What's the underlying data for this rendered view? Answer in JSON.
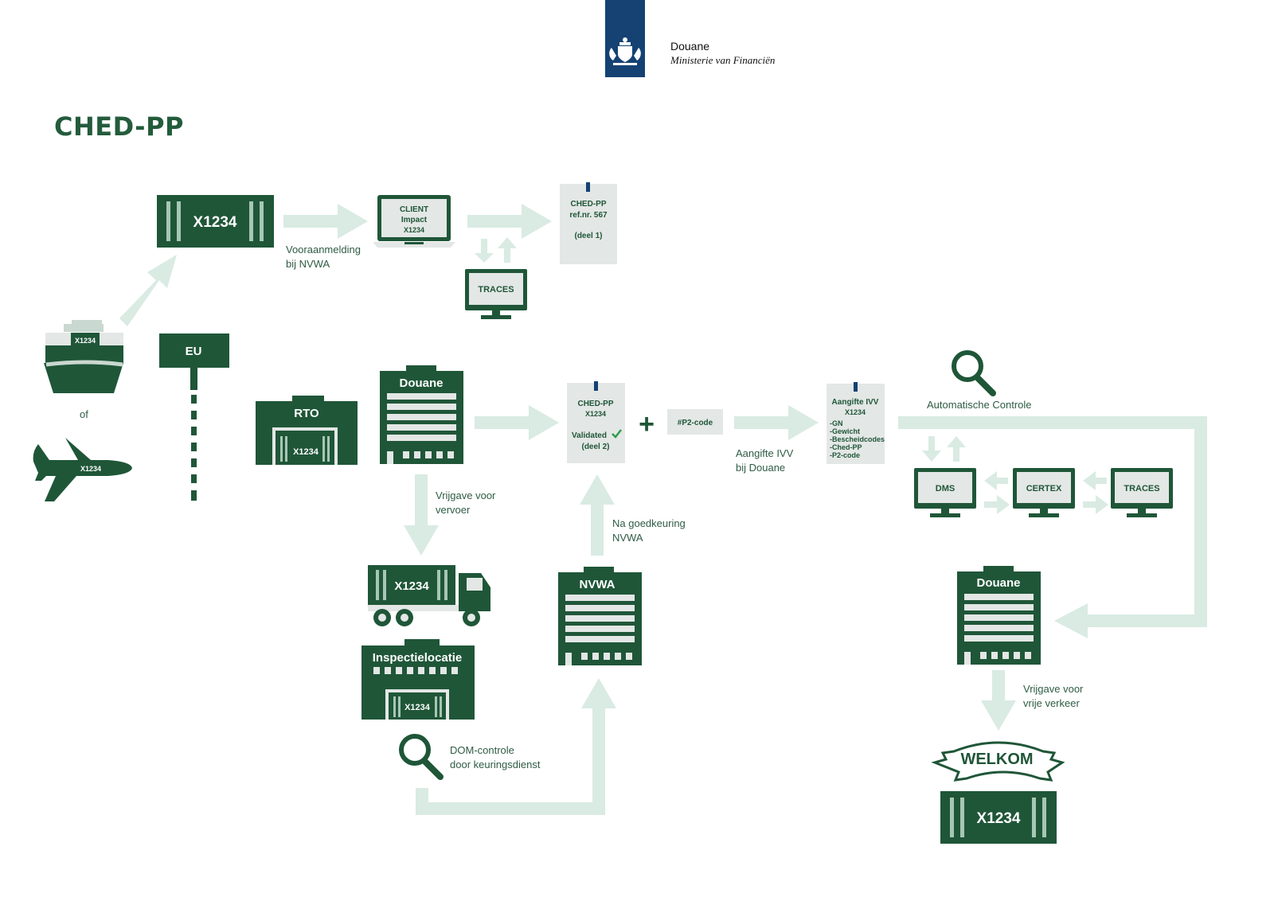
{
  "header": {
    "org_name": "Douane",
    "ministry": "Ministerie van Financiën",
    "colors": {
      "logo_blue": "#154273",
      "brand_green": "#1f5638",
      "arrow_mint": "#d9ebe3",
      "doc_grey": "#e3e7e5"
    }
  },
  "page_title": "CHED-PP",
  "container_code": "X1234",
  "nodes": {
    "client": {
      "line1": "CLIENT",
      "line2": "Impact",
      "line3": "X1234"
    },
    "traces_top": "TRACES",
    "ched_doc1": {
      "line1": "CHED-PP",
      "line2": "ref.nr. 567",
      "line3": "(deel 1)"
    },
    "eu_sign": "EU",
    "rto": "RTO",
    "douane_building": "Douane",
    "ched_doc2": {
      "line1": "CHED-PP",
      "line2": "X1234",
      "line3": "Validated",
      "line4": "(deel 2)"
    },
    "plus": "+",
    "p2_code": "#P2-code",
    "ivv_doc": {
      "title": "Aangifte IVV",
      "code": "X1234",
      "items": [
        "-GN",
        "-Gewicht",
        "-Bescheidcodes",
        "-Ched-PP",
        "-P2-code"
      ]
    },
    "dms": "DMS",
    "certex": "CERTEX",
    "traces_right": "TRACES",
    "inspectie": "Inspectielocatie",
    "nvwa": "NVWA",
    "douane_right": "Douane",
    "welkom": "WELKOM"
  },
  "labels": {
    "vooraanmelding": "Vooraanmelding\nbij NVWA",
    "of": "of",
    "vrijgave_vervoer": "Vrijgave voor\nvervoer",
    "na_goedkeuring": "Na goedkeuring\nNVWA",
    "aangifte": "Aangifte IVV\nbij Douane",
    "automatische": "Automatische Controle",
    "dom": "DOM-controle\ndoor keuringsdienst",
    "vrijgave_vrij": "Vrijgave voor\nvrije verkeer"
  },
  "icons": [
    "crown-logo-icon",
    "ship-icon",
    "airplane-icon",
    "truck-icon",
    "magnifier-icon",
    "monitor-icon",
    "laptop-icon",
    "building-icon",
    "banner-icon"
  ]
}
